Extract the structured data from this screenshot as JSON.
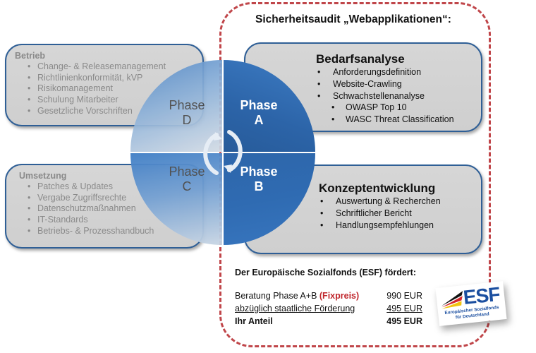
{
  "frame": {
    "title": "Sicherheitsaudit „Webapplikationen“:",
    "border_color": "#c0464a"
  },
  "left_boxes": [
    {
      "title": "Betrieb",
      "items": [
        "Change- & Releasemanagement",
        "Richtlinienkonformität, kVP",
        "Risikomanagement",
        "Schulung Mitarbeiter",
        "Gesetzliche Vorschriften"
      ]
    },
    {
      "title": "Umsetzung",
      "items": [
        "Patches & Updates",
        "Vergabe Zugriffsrechte",
        "Datenschutzmaßnahmen",
        "IT-Standards",
        "Betriebs- & Prozesshandbuch"
      ]
    }
  ],
  "right_boxes": [
    {
      "title": "Bedarfsanalyse",
      "items": [
        "Anforderungsdefinition",
        "Website-Crawling",
        "Schwachstellenanalyse"
      ],
      "sub_items": [
        "OWASP Top 10",
        "WASC Threat Classification"
      ]
    },
    {
      "title": "Konzeptentwicklung",
      "items": [
        "Auswertung & Recherchen",
        "Schriftlicher Bericht",
        "Handlungsempfehlungen"
      ]
    }
  ],
  "phases": {
    "a": {
      "word": "Phase",
      "letter": "A"
    },
    "b": {
      "word": "Phase",
      "letter": "B"
    },
    "c": {
      "word": "Phase",
      "letter": "C"
    },
    "d": {
      "word": "Phase",
      "letter": "D"
    }
  },
  "cycle_icon": "circular-arrows-clockwise",
  "funding": {
    "title": "Der Europäische Sozialfonds (ESF) fördert:",
    "rows": [
      {
        "label": "Beratung Phase A+B",
        "highlight": "(Fixpreis)",
        "amount": "990 EUR"
      },
      {
        "label": "abzüglich staatliche Förderung",
        "amount": "495 EUR"
      },
      {
        "label": "Ihr Anteil",
        "amount": "495 EUR"
      }
    ],
    "highlight_color": "#c0262c"
  },
  "esf_logo": {
    "letters": "ESF",
    "line1": "Europäischer Sozialfonds",
    "line2": "für Deutschland",
    "color": "#1b4fa0"
  }
}
